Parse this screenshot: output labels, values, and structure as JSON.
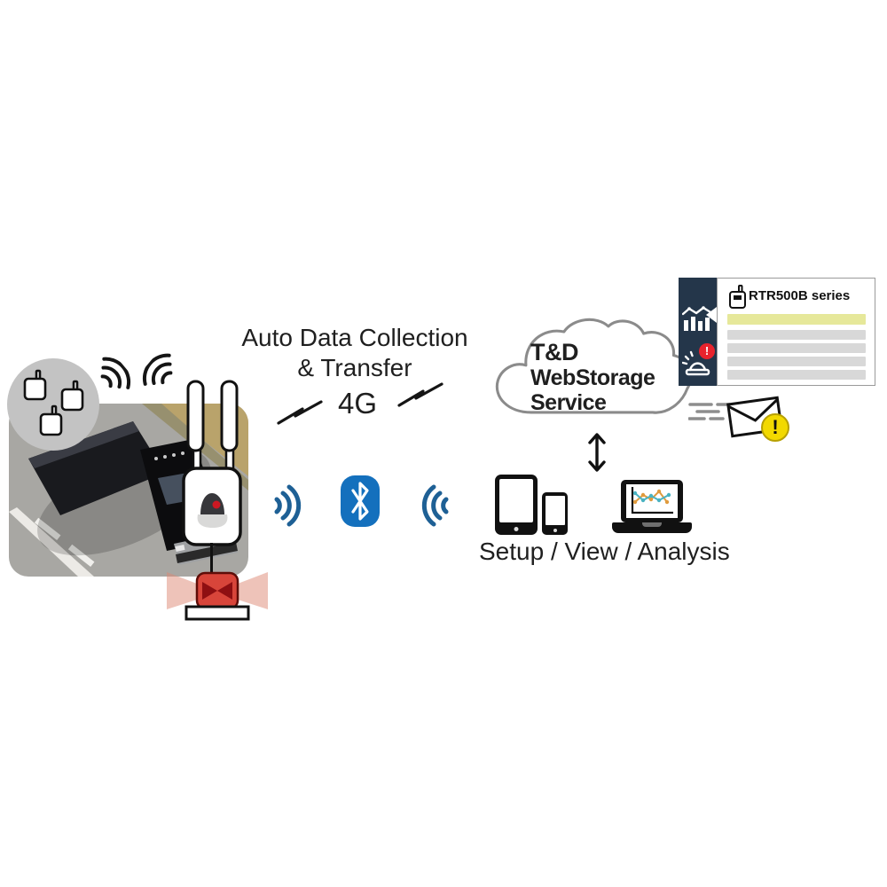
{
  "labels": {
    "flow_line1": "Auto Data Collection",
    "flow_line2": "& Transfer",
    "network": "4G",
    "devices": "Setup / View / Analysis"
  },
  "cloud": {
    "line1": "T&D",
    "line2": "WebStorage",
    "line3": "Service"
  },
  "card": {
    "title": "RTR500B series",
    "alert_badge": "!",
    "rows": [
      "highlight",
      "normal",
      "normal",
      "normal",
      "normal"
    ]
  },
  "email": {
    "warning_mark": "!"
  },
  "icons": {
    "sensor_circle": "wireless-data-loggers",
    "base_station": "rtr500b-base-station-with-antennas",
    "beacon": "red-warning-beacon",
    "bluetooth": "bluetooth-logo",
    "signal_waves": "radio-signal-waves",
    "zigzag": "radio-transmission-zigzag",
    "cloud": "cloud-outline",
    "arrow_updown": "double-headed-vertical-arrow",
    "monitor_chart": "monitoring-graph-icon",
    "siren_alert": "alarm-siren-icon",
    "envelope": "email-envelope",
    "tablet": "tablet-device",
    "phone": "smartphone-device",
    "laptop": "laptop-with-graph"
  },
  "colors": {
    "wave_blue": "#1e6095",
    "bluetooth_blue": "#1470bd",
    "sidebar_navy": "#24364a",
    "alert_red": "#e8232d",
    "warning_yellow": "#f2d900",
    "highlight_row": "#e6e89a",
    "row_grey": "#d8d8d8",
    "beacon_red": "#d8453a",
    "chart_teal": "#49b2c1",
    "chart_orange": "#e09b3d"
  }
}
